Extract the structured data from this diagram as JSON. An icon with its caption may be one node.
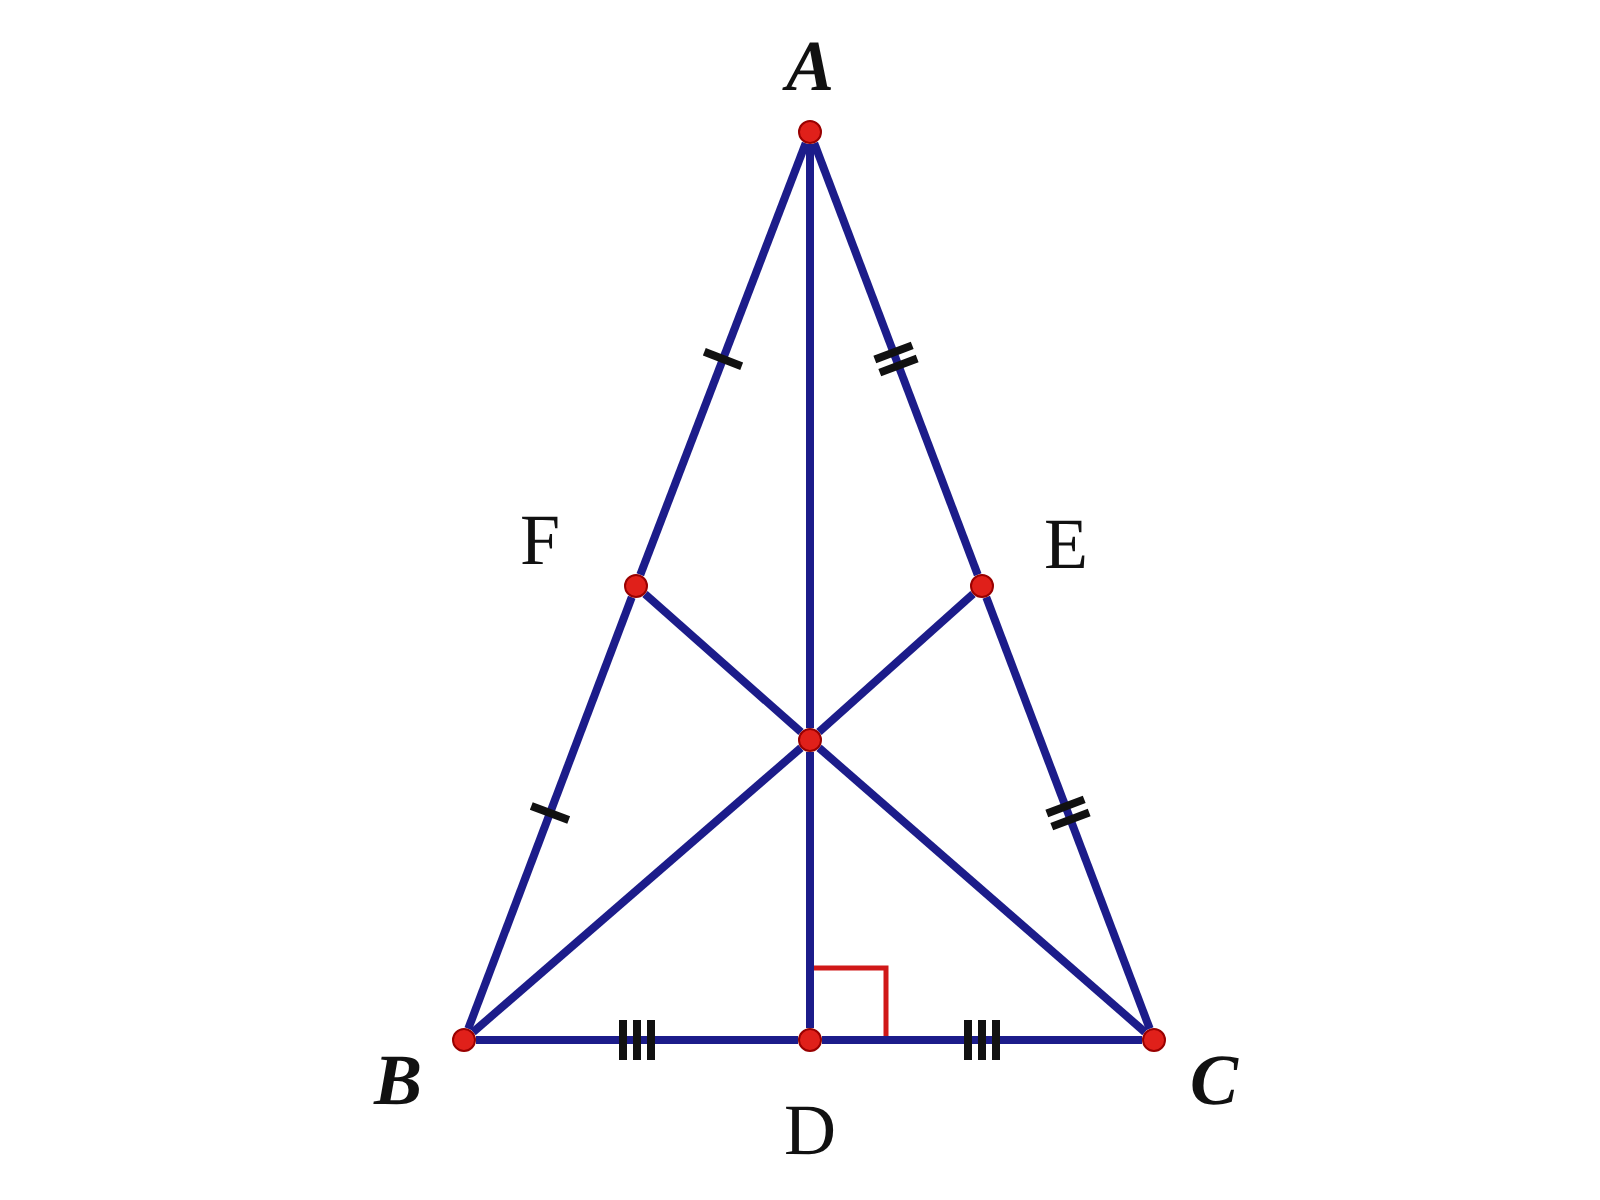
{
  "diagram": {
    "nodes": [
      {
        "text": [
          "A"
        ]
      },
      {
        "text": [
          "F"
        ]
      },
      {
        "text": [
          "E"
        ]
      },
      {
        "text": [],
        "shape": "circle"
      },
      {
        "text": [
          "B"
        ]
      },
      {
        "text": [
          "D"
        ]
      },
      {
        "text": [
          "C"
        ]
      }
    ],
    "edges": [
      {
        "from": 0,
        "to": 1,
        "arrow": "none"
      },
      {
        "from": 1,
        "to": 4,
        "arrow": "none"
      },
      {
        "from": 0,
        "to": 2,
        "arrow": "none"
      },
      {
        "from": 2,
        "to": 6,
        "arrow": "none"
      },
      {
        "from": 4,
        "to": 5,
        "arrow": "none"
      },
      {
        "from": 5,
        "to": 6,
        "arrow": "none"
      },
      {
        "from": 0,
        "to": 3,
        "arrow": "none"
      },
      {
        "from": 3,
        "to": 5,
        "arrow": "none"
      },
      {
        "from": 4,
        "to": 3,
        "arrow": "none"
      },
      {
        "from": 3,
        "to": 2,
        "arrow": "none"
      },
      {
        "from": 6,
        "to": 3,
        "arrow": "none"
      },
      {
        "from": 3,
        "to": 1,
        "arrow": "none"
      }
    ]
  }
}
